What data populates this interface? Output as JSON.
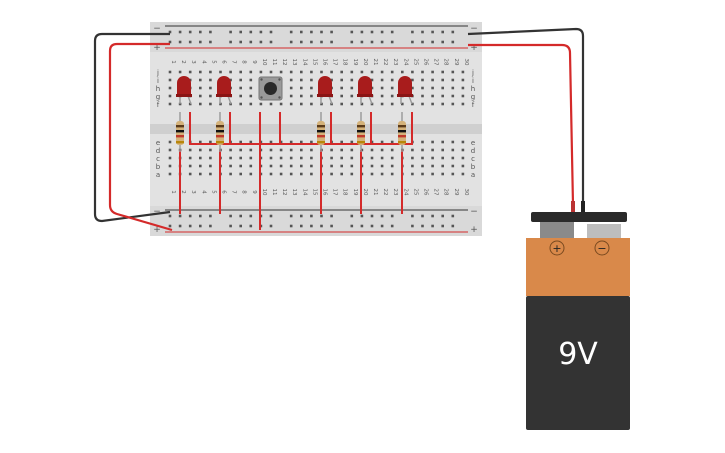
{
  "battery": {
    "label": "9V",
    "plus_symbol": "+",
    "minus_symbol": "−",
    "colors": {
      "top": "#d9894a",
      "body": "#333333",
      "cap": "#2a2a2a"
    }
  },
  "breadboard": {
    "rail_plus": "+",
    "rail_minus": "−",
    "row_labels_top": [
      "j",
      "i",
      "h",
      "g",
      "f"
    ],
    "row_labels_bottom": [
      "e",
      "d",
      "c",
      "b",
      "a"
    ],
    "column_numbers": [
      "1",
      "2",
      "3",
      "4",
      "5",
      "6",
      "7",
      "8",
      "9",
      "10",
      "11",
      "12",
      "13",
      "14",
      "15",
      "16",
      "17",
      "18",
      "19",
      "20",
      "21",
      "22",
      "23",
      "24",
      "25",
      "26",
      "27",
      "28",
      "29",
      "30"
    ]
  },
  "components": {
    "leds": 5,
    "resistors": 5,
    "pushbutton": 1
  },
  "colors": {
    "wire_red": "#d42a2a",
    "wire_black": "#333333",
    "led": "#a81c1c",
    "board": "#e4e4e4"
  }
}
